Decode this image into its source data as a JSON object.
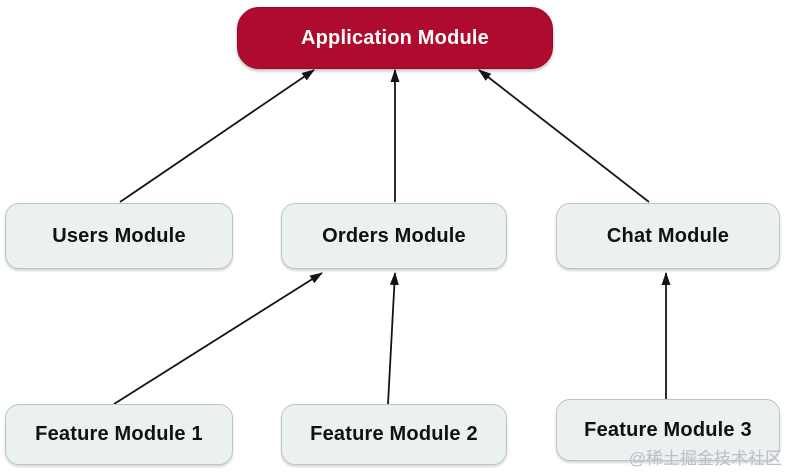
{
  "diagram": {
    "nodes": [
      {
        "id": "app",
        "label": "Application Module",
        "type": "primary"
      },
      {
        "id": "users",
        "label": "Users Module",
        "type": "secondary"
      },
      {
        "id": "orders",
        "label": "Orders Module",
        "type": "secondary"
      },
      {
        "id": "chat",
        "label": "Chat Module",
        "type": "secondary"
      },
      {
        "id": "fm1",
        "label": "Feature Module 1",
        "type": "secondary"
      },
      {
        "id": "fm2",
        "label": "Feature Module 2",
        "type": "secondary"
      },
      {
        "id": "fm3",
        "label": "Feature Module 3",
        "type": "secondary"
      }
    ],
    "edges": [
      {
        "from": "users",
        "to": "app"
      },
      {
        "from": "orders",
        "to": "app"
      },
      {
        "from": "chat",
        "to": "app"
      },
      {
        "from": "fm1",
        "to": "orders"
      },
      {
        "from": "fm2",
        "to": "orders"
      },
      {
        "from": "fm3",
        "to": "chat"
      }
    ],
    "colors": {
      "background": "#ffffff",
      "primary_fill": "#ae0b2f",
      "primary_border": "#960a29",
      "primary_text": "#ffffff",
      "secondary_fill": "#ebf0f1",
      "secondary_border": "#bcc6ca",
      "secondary_text": "#111111",
      "arrow": "#141414",
      "watermark_color": "#b9c0c6"
    },
    "watermark": "@稀土掘金技术社区"
  }
}
